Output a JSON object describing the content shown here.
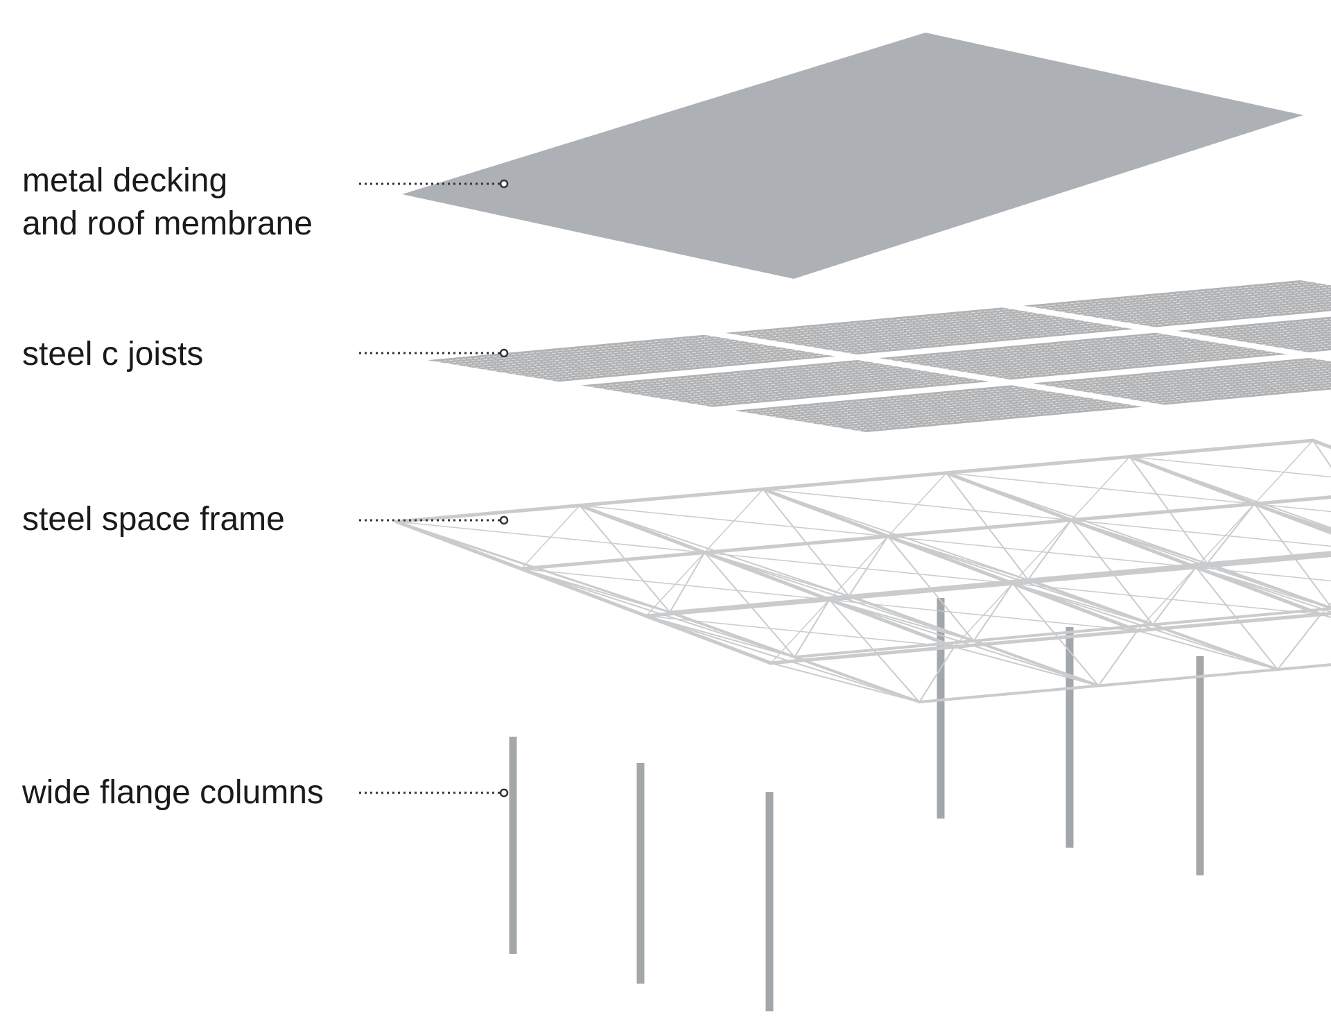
{
  "layers": [
    {
      "id": "roof",
      "lines": [
        "metal decking",
        "and roof membrane"
      ]
    },
    {
      "id": "joists",
      "lines": [
        "steel c joists"
      ]
    },
    {
      "id": "frame",
      "lines": [
        "steel space frame"
      ]
    },
    {
      "id": "columns",
      "lines": [
        "wide flange columns"
      ]
    }
  ],
  "colors": {
    "roof": "#adb1b6",
    "joist_fill": "#b0b2b4",
    "joist_lines": "#9d9fa2",
    "frame_stroke": "#c9cbcd",
    "column": "#a4a7aa",
    "text": "#1a1a1a",
    "leader": "#333333"
  }
}
